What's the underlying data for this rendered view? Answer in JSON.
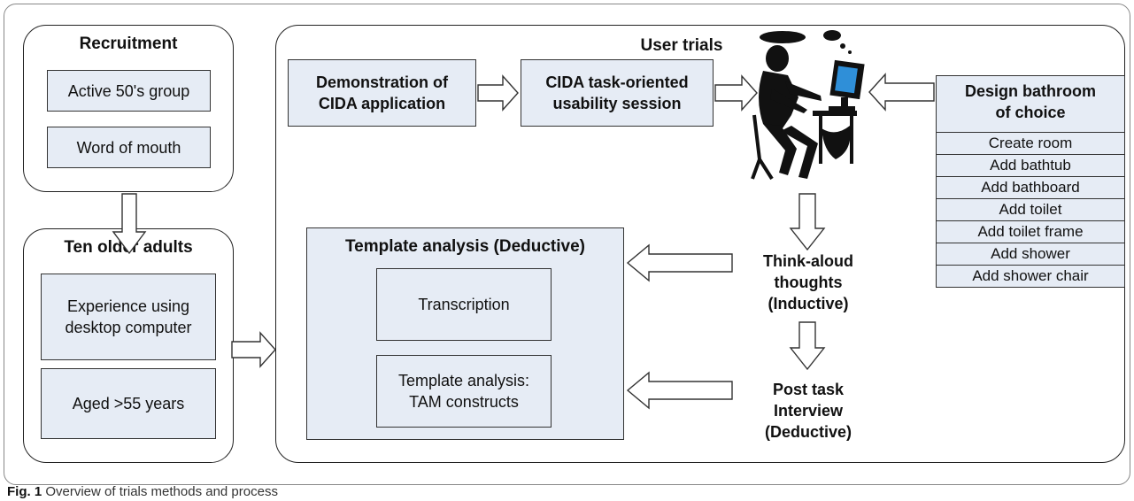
{
  "recruitment": {
    "title": "Recruitment",
    "items": [
      "Active 50's group",
      "Word of mouth"
    ]
  },
  "participants": {
    "title": "Ten older adults",
    "items": [
      "Experience using desktop computer",
      "Aged >55 years"
    ]
  },
  "user_trials": {
    "title": "User trials",
    "demo": "Demonstration of CIDA application",
    "session": "CIDA task-oriented usability session",
    "design": {
      "title": "Design bathroom of choice",
      "tasks": [
        "Create room",
        "Add bathtub",
        "Add bathboard",
        "Add toilet",
        "Add toilet frame",
        "Add shower",
        "Add shower chair"
      ]
    },
    "think_aloud": "Think-aloud thoughts (Inductive)",
    "interview": "Post task Interview (Deductive)",
    "analysis": {
      "title": "Template analysis (Deductive)",
      "step1": "Transcription",
      "step2": "Template analysis: TAM constructs"
    }
  },
  "caption": {
    "label": "Fig. 1",
    "text": "Overview of trials methods and process"
  },
  "icons": {
    "user_at_computer": "person-at-computer-icon"
  },
  "colors": {
    "box_fill": "#e6ecf5",
    "stroke": "#222222"
  }
}
